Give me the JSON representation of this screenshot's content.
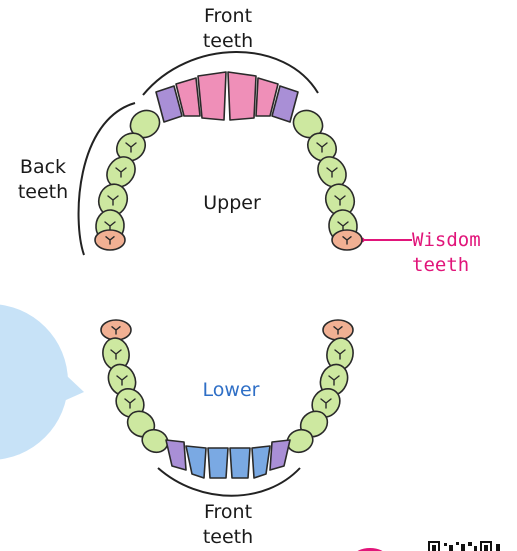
{
  "labels": {
    "front_top": "Front\nteeth",
    "back": "Back\nteeth",
    "upper": "Upper",
    "wisdom": "Wisdom\nteeth",
    "lower": "Lower",
    "front_bottom": "Front\nteeth"
  },
  "colors": {
    "front_upper": "#ef8fb8",
    "front_lower": "#7aa9e3",
    "canine": "#a98fd6",
    "molar": "#cde8a0",
    "wisdom": "#f1b093",
    "wisdom_label": "#e1157a",
    "lower_label": "#2f6fc6",
    "bubble": "#c7e2f7",
    "stroke": "#2a2a2a"
  },
  "icons": {
    "speech_bubble": "speech-bubble-icon",
    "qr_code": "qr-code-icon",
    "badge": "badge-icon"
  }
}
